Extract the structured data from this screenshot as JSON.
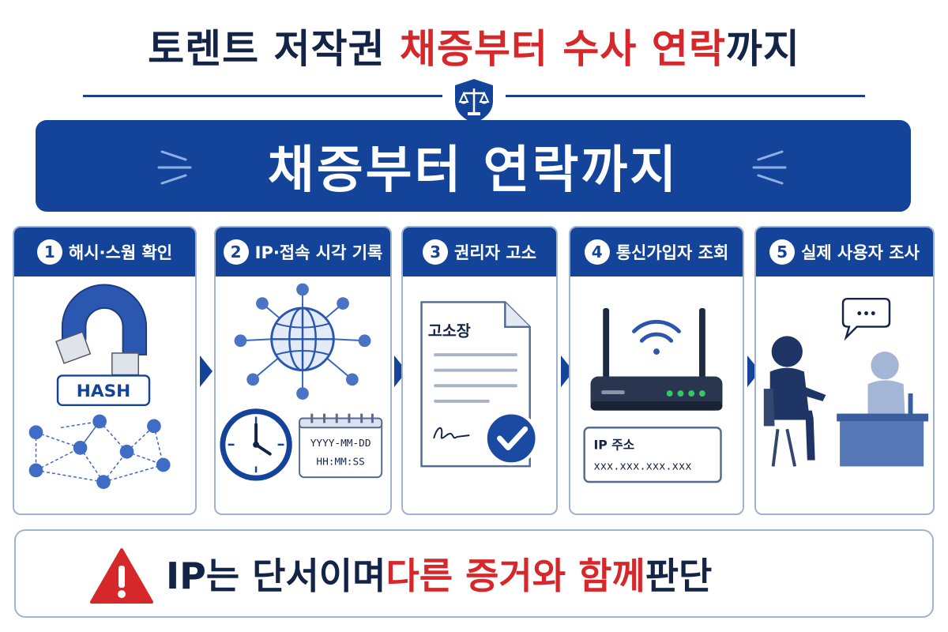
{
  "title": {
    "part1": "토렌트 저작권 ",
    "part2": "채증부터 수사 연락",
    "part3": "까지"
  },
  "banner": {
    "text": "채증부터 연락까지"
  },
  "steps": [
    {
      "number": "1",
      "label": "해시·스웜 확인",
      "art": {
        "hash": "HASH"
      }
    },
    {
      "number": "2",
      "label": "IP·접속 시각 기록",
      "art": {
        "date_format": "YYYY-MM-DD",
        "time_format": "HH:MM:SS"
      }
    },
    {
      "number": "3",
      "label": "권리자 고소",
      "art": {
        "doc_title": "고소장"
      }
    },
    {
      "number": "4",
      "label": "통신가입자 조회",
      "art": {
        "ip_label": "IP 주소",
        "ip_value": "xxx.xxx.xxx.xxx"
      }
    },
    {
      "number": "5",
      "label": "실제 사용자 조사",
      "art": {
        "bubble": "•••"
      }
    }
  ],
  "bottom": {
    "part1": "IP는 단서이며 ",
    "part2": "다른 증거와 함께",
    "part3": " 판단"
  },
  "icons": {
    "top": "scales-shield-icon",
    "step1": [
      "magnet-icon",
      "network-icon"
    ],
    "step2": [
      "globe-network-icon",
      "clock-icon",
      "calendar-icon"
    ],
    "step3": [
      "document-icon",
      "check-badge-icon"
    ],
    "step4": [
      "router-icon",
      "wifi-icon"
    ],
    "step5": [
      "people-interview-icon",
      "speech-bubble-icon"
    ],
    "bottom": "warning-icon"
  },
  "colors": {
    "navy": "#132447",
    "accent_blue": "#14449a",
    "red": "#d6282b"
  }
}
